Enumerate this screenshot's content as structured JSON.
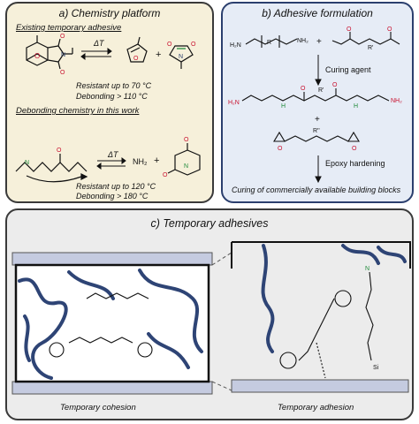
{
  "panel_a": {
    "title": "a) Chemistry platform",
    "section1_title": "Existing temporary adhesive",
    "arrow1_label": "ΔT",
    "plus1": "+",
    "resist1": "Resistant up to 70 °C",
    "debond1": "Debonding > 110 °C",
    "section2_title": "Debonding chemistry in this work",
    "arrow2_label": "ΔT",
    "nh2_label": "NH₂",
    "plus2": "+",
    "resist2": "Resistant up to 120 °C",
    "debond2": "Debonding > 180 °C"
  },
  "panel_b": {
    "title": "b) Adhesive formulation",
    "step1_label": "Curing agent",
    "step2_label": "Epoxy hardening",
    "caption": "Curing of commercially available building blocks"
  },
  "panel_c": {
    "title": "c) Temporary adhesives",
    "left_caption": "Temporary cohesion",
    "right_caption": "Temporary adhesion"
  },
  "colors": {
    "panel_a_bg": "#f6f0da",
    "panel_b_bg": "#e6ecf6",
    "panel_b_border": "#2b3f6e",
    "panel_c_bg": "#ececec",
    "polymer_chain": "#2e4475",
    "amine_red": "#c8102e",
    "amide_green": "#1f8a3a",
    "substrate": "#c5cbe0"
  }
}
